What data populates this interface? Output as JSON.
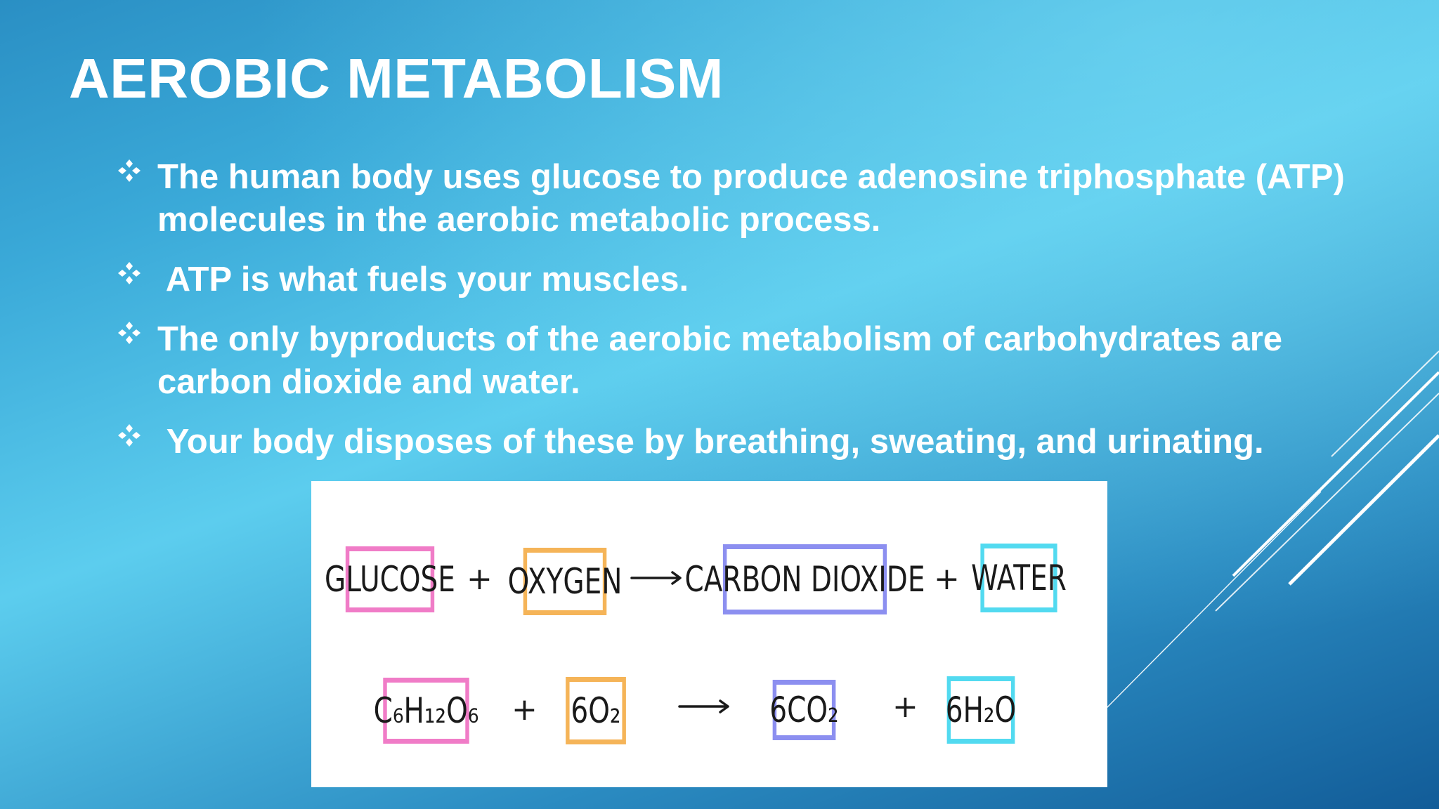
{
  "slide": {
    "title": "AEROBIC METABOLISM",
    "bullets": [
      "The human body uses glucose to produce adenosine triphosphate (ATP) molecules in the aerobic metabolic process.",
      " ATP is what fuels your muscles.",
      "The only byproducts of the aerobic metabolism of carbohydrates are carbon dioxide and water.",
      " Your body disposes of these by breathing, sweating, and urinating."
    ],
    "bullet_icon": "four-diamond-bullet-icon"
  },
  "equation": {
    "words": {
      "glucose": "GLUCOSE",
      "plus1": "+",
      "oxygen": "OXYGEN",
      "carbon_dioxide": "CARBON DIOXIDE",
      "plus2": "+",
      "water": "WATER"
    },
    "formula": {
      "glucose": "C₆H₁₂O₆",
      "plus1": "+",
      "oxygen": "6O₂",
      "carbon_dioxide": "6CO₂",
      "plus2": "+",
      "water": "6H₂O"
    },
    "colors": {
      "glucose": "#f07cc7",
      "oxygen": "#f5b458",
      "carbon_dioxide": "#8c8ff0",
      "water": "#52daf0"
    }
  },
  "theme": {
    "background": "#3aa9d8",
    "text": "#ffffff"
  }
}
